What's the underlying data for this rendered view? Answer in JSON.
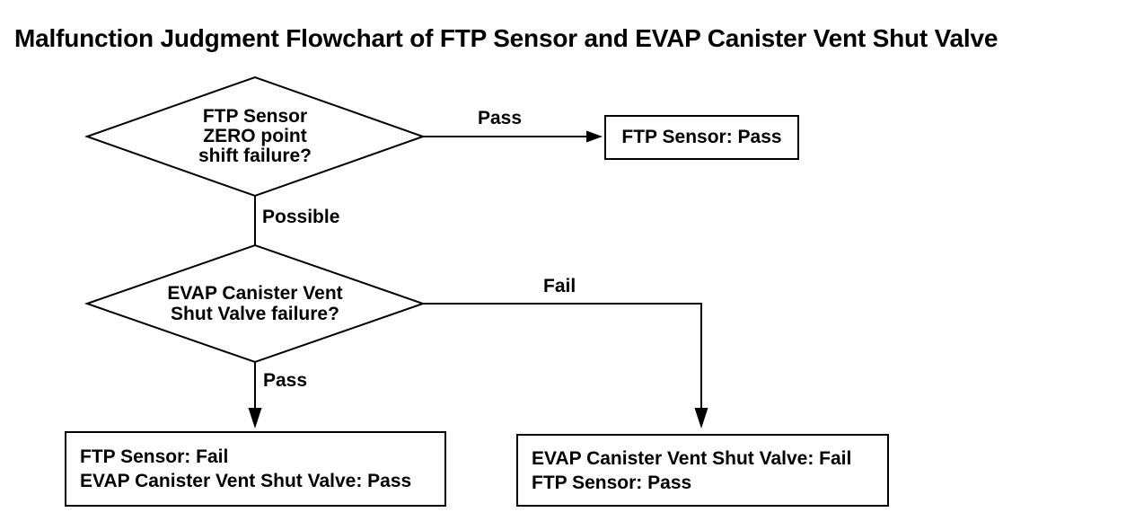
{
  "title": "Malfunction Judgment Flowchart of FTP Sensor and EVAP Canister Vent Shut Valve",
  "colors": {
    "ink": "#000000",
    "background": "#ffffff"
  },
  "decisions": [
    {
      "id": "ftp-sensor-zero-shift",
      "lines": [
        "FTP Sensor",
        "ZERO point",
        "shift failure?"
      ]
    },
    {
      "id": "evap-canister-vent-shut-valve",
      "lines": [
        "EVAP Canister Vent",
        "Shut Valve failure?"
      ]
    }
  ],
  "edges": [
    {
      "from": "ftp-sensor-zero-shift",
      "to": "result-ftp-pass",
      "label": "Pass"
    },
    {
      "from": "ftp-sensor-zero-shift",
      "to": "evap-canister-vent-shut-valve",
      "label": "Possible"
    },
    {
      "from": "evap-canister-vent-shut-valve",
      "to": "result-evap-fail-ftp-pass",
      "label": "Fail"
    },
    {
      "from": "evap-canister-vent-shut-valve",
      "to": "result-ftp-fail-evap-pass",
      "label": "Pass"
    }
  ],
  "results": [
    {
      "id": "result-ftp-pass",
      "lines": [
        "FTP Sensor: Pass"
      ]
    },
    {
      "id": "result-ftp-fail-evap-pass",
      "lines": [
        "FTP Sensor: Fail",
        "EVAP Canister Vent Shut Valve: Pass"
      ]
    },
    {
      "id": "result-evap-fail-ftp-pass",
      "lines": [
        "EVAP Canister Vent Shut Valve: Fail",
        "FTP Sensor: Pass"
      ]
    }
  ]
}
